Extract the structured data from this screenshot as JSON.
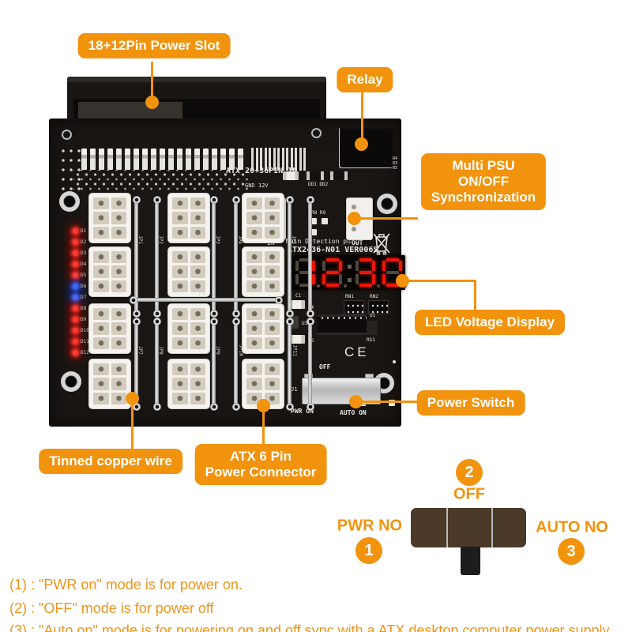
{
  "callouts": {
    "power_slot": {
      "label": "18+12Pin Power Slot"
    },
    "relay": {
      "label": "Relay"
    },
    "multi_psu": {
      "line1": "Multi PSU",
      "line2": "ON/OFF",
      "line3": "Synchronization"
    },
    "led_display": {
      "label": "LED Voltage Display"
    },
    "power_switch": {
      "label": "Power Switch"
    },
    "tinned_wire": {
      "label": "Tinned copper wire"
    },
    "atx_6pin": {
      "line1": "ATX 6 Pin",
      "line2": "Power Connector"
    }
  },
  "board": {
    "silkscreen": {
      "atx_in": "ATX 20+36PIN IN",
      "gnd12v": "GND 12V",
      "dd": "DD1 DD2",
      "r8r9": "R8 R9",
      "r_stack": [
        "R4",
        "R3",
        "R5"
      ],
      "in_port": "IN",
      "out_port": "OUT",
      "main_detection": "Main Detection port",
      "model": "ATX2436-N01 VER006S",
      "rn1": "RN1",
      "rn2": "RN2",
      "c1": "C1",
      "c4": "C4",
      "u3": "U3",
      "c6": "C6",
      "u1": "U1",
      "rs1": "RS1",
      "ce_mark": "CE",
      "off": "OFF",
      "jj1": "JJ1",
      "pwr_on": "PWR ON",
      "auto_on": "AUTO ON"
    },
    "display_digits": [
      "1",
      "2",
      "3",
      "0"
    ],
    "jp_top": [
      "JP1",
      "JP2",
      "JP3",
      "JP4",
      "JP5"
    ],
    "jp_bottom": [
      "JP7",
      "JP8",
      "JP9",
      "JP10",
      "JP11"
    ],
    "jp_mid": "JP6",
    "leds": [
      {
        "label": "D1",
        "color": "red"
      },
      {
        "label": "D2",
        "color": "red"
      },
      {
        "label": "D3",
        "color": "red"
      },
      {
        "label": "D4",
        "color": "red"
      },
      {
        "label": "D5",
        "color": "red"
      },
      {
        "label": "D6",
        "color": "blue"
      },
      {
        "label": "D7",
        "color": "blue"
      },
      {
        "label": "D8",
        "color": "red"
      },
      {
        "label": "D9",
        "color": "red"
      },
      {
        "label": "D10",
        "color": "red"
      },
      {
        "label": "D11",
        "color": "red"
      },
      {
        "label": "D12",
        "color": "red"
      }
    ]
  },
  "switch_diagram": {
    "pos1_num": "1",
    "pos1_label": "PWR NO",
    "pos2_num": "2",
    "pos2_label": "OFF",
    "pos3_num": "3",
    "pos3_label": "AUTO NO"
  },
  "notes": [
    "(1) : \"PWR on\" mode is for power on.",
    "(2) : \"OFF\" mode is for power off",
    "(3) : \"Auto on\" mode is for powering on and off sync with a ATX desktop computer power supply."
  ],
  "colors": {
    "accent_orange": "#F2930E",
    "pcb_black": "#1a1613",
    "led_red": "#FF3B30",
    "led_blue": "#3D6BFF",
    "display_red": "#EE1509",
    "switch_brown": "#4A3A27"
  }
}
